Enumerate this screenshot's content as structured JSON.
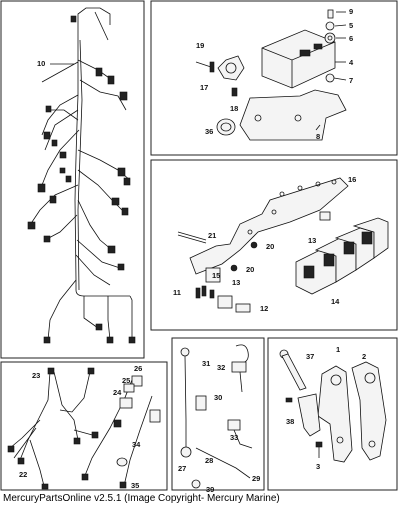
{
  "footer_text": "MercuryPartsOnline v2.5.1 (Image Copyright- Mercury Marine)",
  "callouts": {
    "c1": "1",
    "c2": "2",
    "c3": "3",
    "c4": "4",
    "c5": "5",
    "c6": "6",
    "c7": "7",
    "c8": "8",
    "c9": "9",
    "c10": "10",
    "c11": "11",
    "c12": "12",
    "c13a": "13",
    "c13b": "13",
    "c14": "14",
    "c15": "15",
    "c16": "16",
    "c17": "17",
    "c18": "18",
    "c19": "19",
    "c20a": "20",
    "c20b": "20",
    "c21": "21",
    "c22": "22",
    "c23": "23",
    "c24": "24",
    "c25": "25",
    "c26": "26",
    "c27": "27",
    "c28": "28",
    "c29": "29",
    "c30": "30",
    "c31": "31",
    "c32": "32",
    "c33": "33",
    "c34": "34",
    "c35": "35",
    "c36": "36",
    "c37": "37",
    "c38": "38",
    "c39": "39"
  }
}
